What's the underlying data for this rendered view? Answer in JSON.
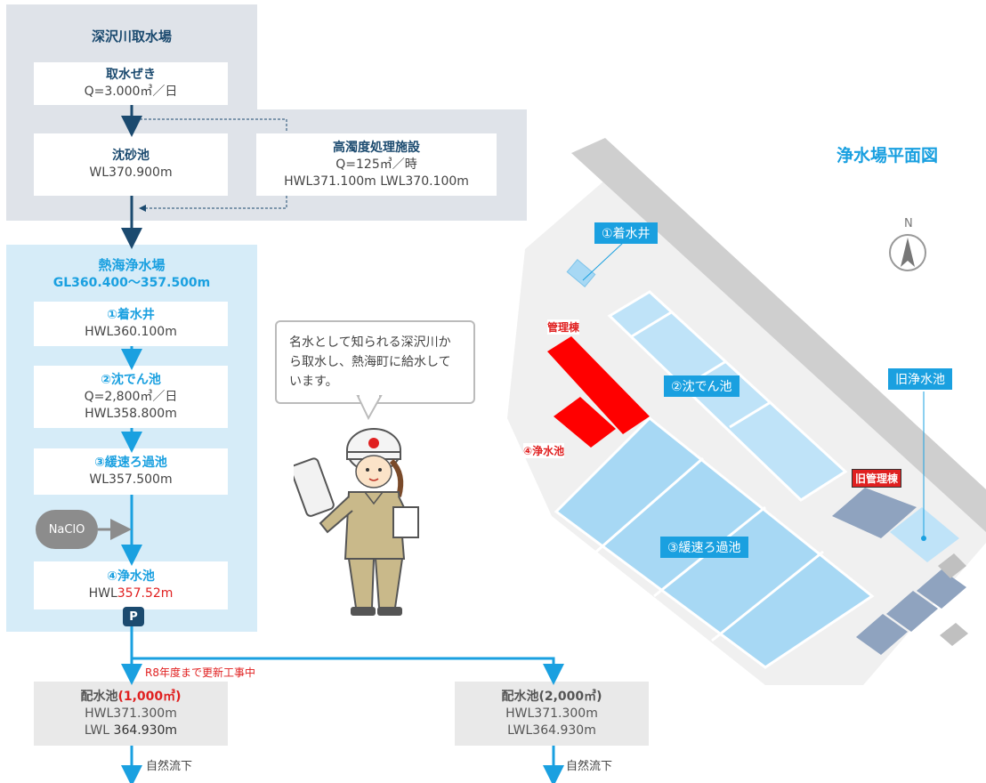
{
  "intake": {
    "title": "深沢川取水場",
    "weir": {
      "name": "取水ぜき",
      "line1": "Q=3.000㎥／日"
    },
    "sand": {
      "name": "沈砂池",
      "line1": "WL370.900m"
    },
    "turbid": {
      "name": "高濁度処理施設",
      "line1": "Q=125㎥／時",
      "line2": "HWL371.100m LWL370.100m"
    }
  },
  "plant": {
    "title": "熱海浄水場",
    "gl": "GL360.400～357.500m",
    "well": {
      "name": "①着水井",
      "line1": "HWL360.100m"
    },
    "sed": {
      "name": "②沈でん池",
      "line1": "Q=2,800㎥／日",
      "line2": "HWL358.800m"
    },
    "filter": {
      "name": "③緩速ろ過池",
      "line1": "WL357.500m"
    },
    "naclo": "NaClO",
    "clear": {
      "name": "④浄水池",
      "prefix": "HWL",
      "value": "357.52",
      "unit": "m"
    },
    "pump": "P"
  },
  "dist": {
    "note": "R8年度まで更新工事中",
    "left": {
      "name": "配水池",
      "cap": "(1,000㎥)",
      "line1": "HWL371.300m",
      "line2_prefix": "LWL ",
      "line2_value": "364.930m",
      "flow": "自然流下"
    },
    "right": {
      "name": "配水池(2,000㎥)",
      "line1": "HWL371.300m",
      "line2": "LWL364.930m",
      "flow": "自然流下"
    }
  },
  "speech": "名水として知られる深沢川から取水し、熱海町に給水しています。",
  "map": {
    "title": "浄水場平面図",
    "north": "N",
    "labels": {
      "well": "①着水井",
      "sed": "②沈でん池",
      "filter": "③緩速ろ過池",
      "admin": "管理棟",
      "clear": "④浄水池",
      "old_clear": "旧浄水池",
      "old_admin": "旧管理棟"
    }
  },
  "colors": {
    "accent": "#1aa0e0",
    "navy": "#1b4a6f",
    "red": "#e02020"
  }
}
